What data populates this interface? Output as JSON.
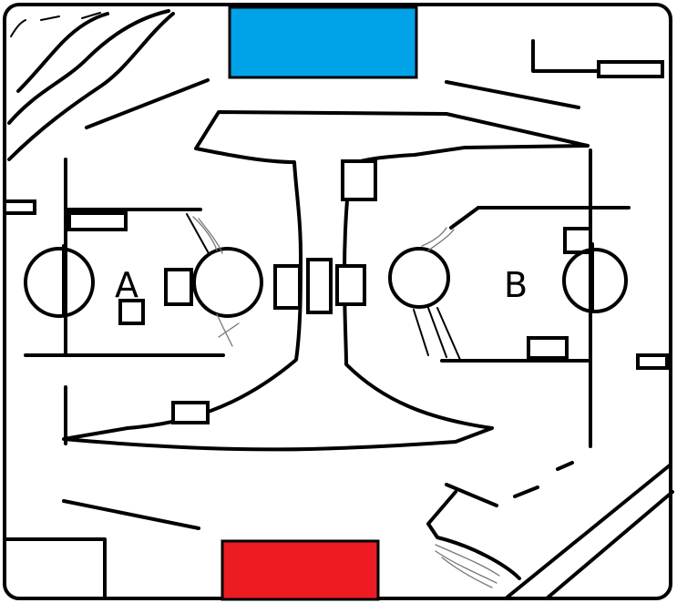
{
  "map": {
    "sites": [
      {
        "id": "a",
        "label": "A"
      },
      {
        "id": "b",
        "label": "B"
      }
    ],
    "spawns": [
      {
        "id": "top",
        "team": "blue",
        "color": "#00a2e8"
      },
      {
        "id": "bottom",
        "team": "red",
        "color": "#ed1c24"
      }
    ],
    "colors": {
      "outline": "#000000",
      "background": "#ffffff"
    }
  }
}
